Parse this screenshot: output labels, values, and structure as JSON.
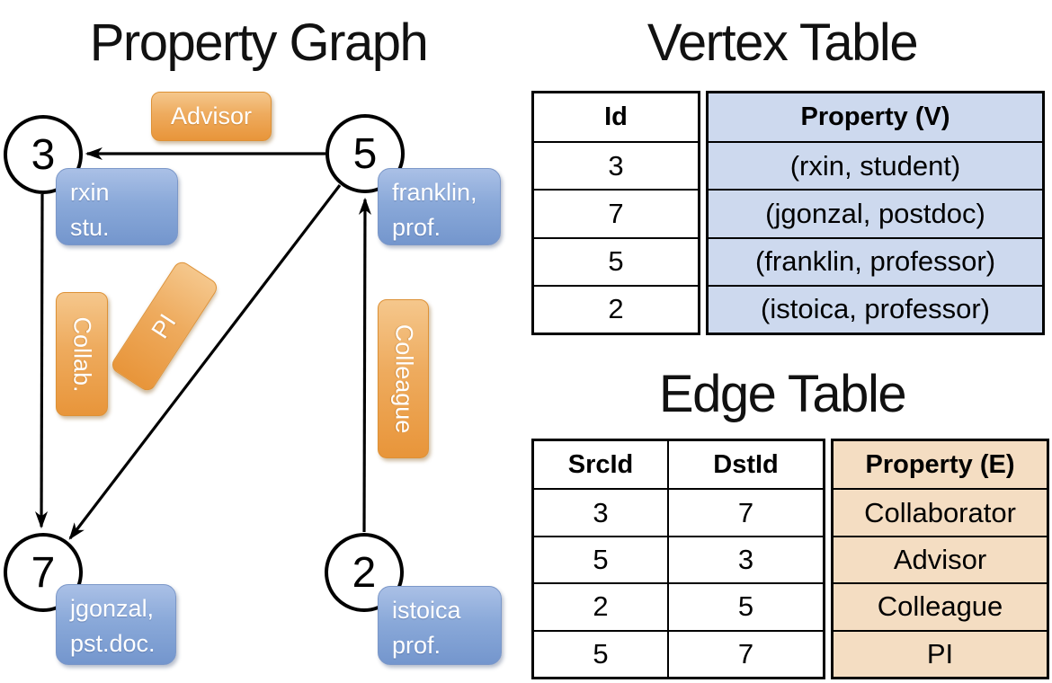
{
  "graph": {
    "title": "Property Graph",
    "nodes": [
      {
        "id": "3",
        "property_line1": "rxin",
        "property_line2": "stu."
      },
      {
        "id": "5",
        "property_line1": "franklin,",
        "property_line2": "prof."
      },
      {
        "id": "7",
        "property_line1": "jgonzal,",
        "property_line2": "pst.doc."
      },
      {
        "id": "2",
        "property_line1": "istoica",
        "property_line2": "prof."
      }
    ],
    "edge_labels": {
      "advisor": "Advisor",
      "collaborator": "Collab.",
      "pi": "PI",
      "colleague": "Colleague"
    }
  },
  "vertex_table": {
    "title": "Vertex Table",
    "headers": {
      "id": "Id",
      "property": "Property (V)"
    },
    "rows": [
      {
        "id": "3",
        "property": "(rxin, student)"
      },
      {
        "id": "7",
        "property": "(jgonzal, postdoc)"
      },
      {
        "id": "5",
        "property": "(franklin, professor)"
      },
      {
        "id": "2",
        "property": "(istoica, professor)"
      }
    ]
  },
  "edge_table": {
    "title": "Edge Table",
    "headers": {
      "src": "SrcId",
      "dst": "DstId",
      "property": "Property (E)"
    },
    "rows": [
      {
        "src": "3",
        "dst": "7",
        "property": "Collaborator"
      },
      {
        "src": "5",
        "dst": "3",
        "property": "Advisor"
      },
      {
        "src": "2",
        "dst": "5",
        "property": "Colleague"
      },
      {
        "src": "5",
        "dst": "7",
        "property": "PI"
      }
    ]
  },
  "colors": {
    "edge_label_orange_top": "#f5c78c",
    "edge_label_orange_bottom": "#e8953a",
    "vertex_label_blue_top": "#aac0e6",
    "vertex_label_blue_bottom": "#7496cd",
    "vertex_table_fill": "#cdd9ee",
    "edge_table_fill": "#f4ddc2",
    "line_black": "#000000"
  }
}
